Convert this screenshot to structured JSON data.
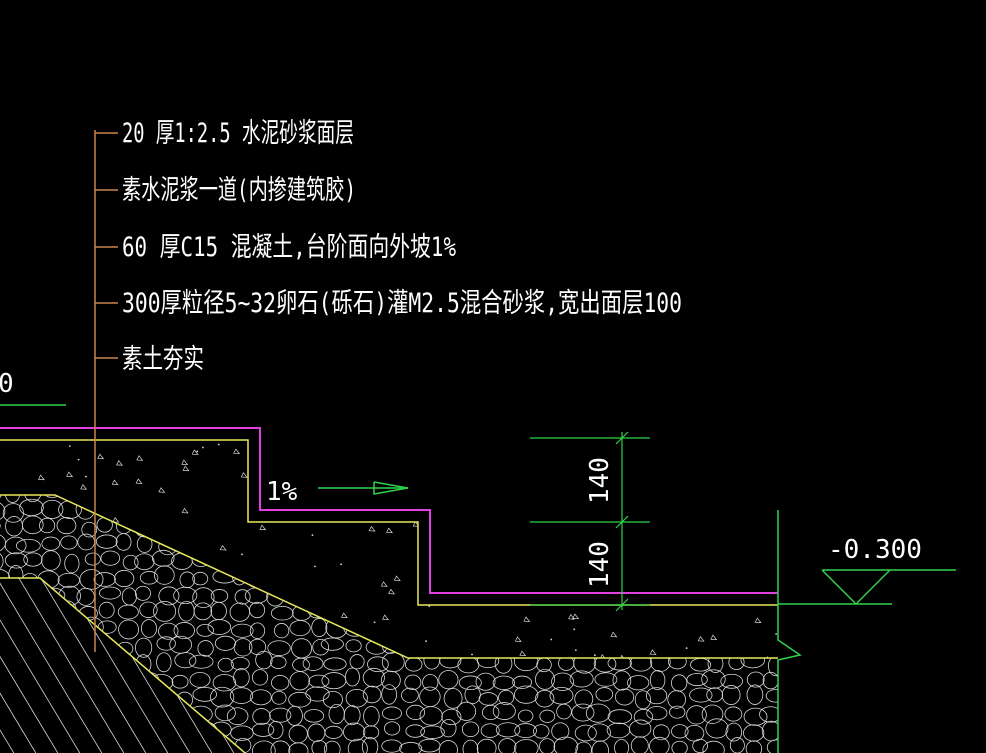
{
  "drawing": {
    "colors": {
      "background": "#000000",
      "text": "#ffffff",
      "leader": "#c8864a",
      "finish_line": "#e040e0",
      "layer_line": "#e8e85a",
      "dimension": "#2fd24a",
      "hatch": "#d8d8d8"
    },
    "layer_notes": [
      "20 厚1:2.5  水泥砂浆面层",
      "素水泥浆一道(内掺建筑胶)",
      "60  厚C15 混凝土,台阶面向外坡1%",
      "300厚粒径5~32卵石(砾石)灌M2.5混合砂浆,宽出面层100",
      "素土夯实"
    ],
    "left_level_fragment": "0",
    "slope_label": "1%",
    "dimensions": [
      "140",
      "140"
    ],
    "elevation_mark": "-0.300"
  }
}
